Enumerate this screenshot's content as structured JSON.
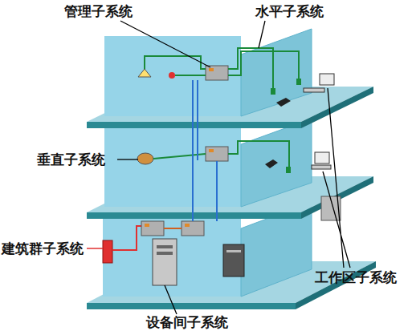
{
  "diagram": {
    "labels": [
      "管理子系统",
      "水平子系统",
      "垂直子系统",
      "建筑群子系统",
      "工作区子系统",
      "设备间子系统"
    ]
  }
}
